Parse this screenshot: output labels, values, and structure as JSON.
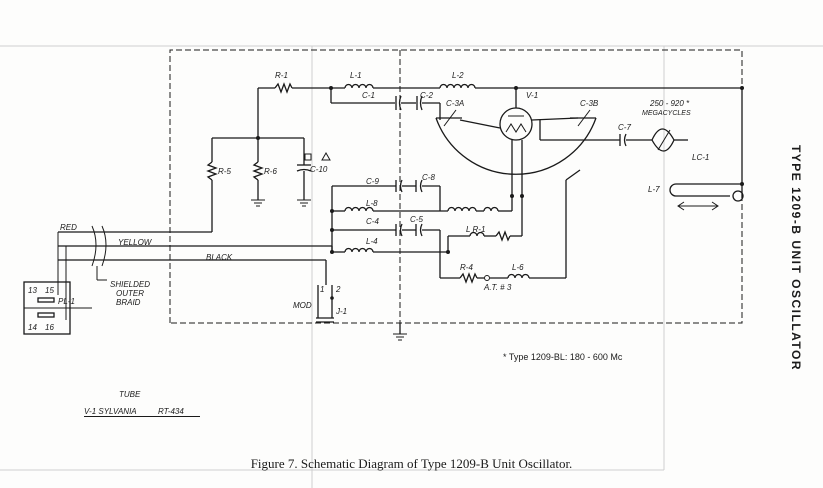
{
  "figure": {
    "caption": "Figure 7. Schematic Diagram of Type 1209-B Unit Oscillator.",
    "vertical_title": "TYPE 1209-B UNIT OSCILLATOR",
    "footnote": "* Type 1209-BL:  180 - 600 Mc",
    "tube_table": {
      "heading": "TUBE",
      "designator": "V-1  SYLVANIA",
      "tube_type": "RT-434"
    }
  },
  "labels": {
    "R1": "R-1",
    "L1": "L-1",
    "L2": "L-2",
    "C1": "C-1",
    "C2": "C-2",
    "C3A": "C-3A",
    "C3B": "C-3B",
    "V1": "V-1",
    "freq_range": "250 - 920 *",
    "freq_unit": "MEGACYCLES",
    "C7": "C-7",
    "LC1": "LC-1",
    "L7": "L-7",
    "R5": "R-5",
    "R6": "R-6",
    "C10": "C-10",
    "C9": "C-9",
    "C8": "C-8",
    "L8": "L-8",
    "C4": "C-4",
    "C5": "C-5",
    "L4": "L-4",
    "LR1": "L R-1",
    "R4": "R-4",
    "L6": "L-6",
    "AT3": "A.T. # 3",
    "red": "RED",
    "yellow": "YELLOW",
    "black": "BLACK",
    "shield1": "SHIELDED",
    "shield2": "OUTER",
    "shield3": "BRAID",
    "pin13": "13",
    "pin15": "15",
    "pin14": "14",
    "pin16": "16",
    "PL1": "PL-1",
    "J1": "J-1",
    "mod": "MOD",
    "j1_pin1": "1",
    "j1_pin2": "2"
  }
}
